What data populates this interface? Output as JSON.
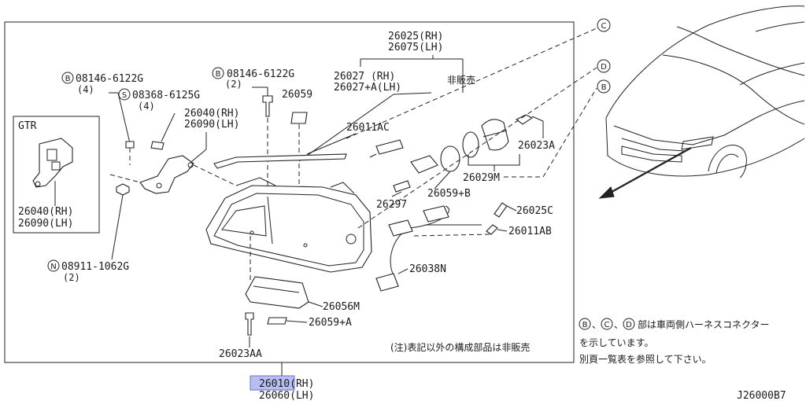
{
  "parts": {
    "p26025": {
      "rh": "26025(RH)",
      "lh": "26075(LH)"
    },
    "p26027": {
      "rh": "26027  (RH)",
      "lh": "26027+A(LH)"
    },
    "not_for_sale": "非販売",
    "bolt_a": {
      "marker": "B",
      "code": "08146-6122G",
      "qty": "(4)"
    },
    "bolt_b": {
      "marker": "B",
      "code": "08146-6122G",
      "qty": "(2)"
    },
    "screw": {
      "marker": "S",
      "code": "08368-6125G",
      "qty": "(4)"
    },
    "nut": {
      "marker": "N",
      "code": "08911-1062G",
      "qty": "(2)"
    },
    "p26059": "26059",
    "p26040": {
      "rh": "26040(RH)",
      "lh": "26090(LH)"
    },
    "gtr": {
      "title": "GTR",
      "rh": "26040(RH)",
      "lh": "26090(LH)"
    },
    "p26011AC": "26011AC",
    "p26023A": "26023A",
    "p26029M": "26029M",
    "p26059B": "26059+B",
    "p26297": "26297",
    "p26025C": "26025C",
    "p26011AB": "26011AB",
    "p26038N": "26038N",
    "p26056M": "26056M",
    "p26059A": "26059+A",
    "p26023AA": "26023AA",
    "p26010": {
      "rh": "26010(RH)",
      "lh": "26060(LH)"
    }
  },
  "markers": {
    "c": "C",
    "d": "D",
    "b": "B"
  },
  "notes": {
    "footnote": "(注)表記以外の構成部品は非販売",
    "side_prefix": [
      "B",
      "C",
      "D"
    ],
    "side_line1": "部は車両側ハーネスコネクター",
    "side_line2": "を示しています。",
    "side_line3": "別頁一覧表を参照して下さい。"
  },
  "diagram_code": "J26000B7"
}
